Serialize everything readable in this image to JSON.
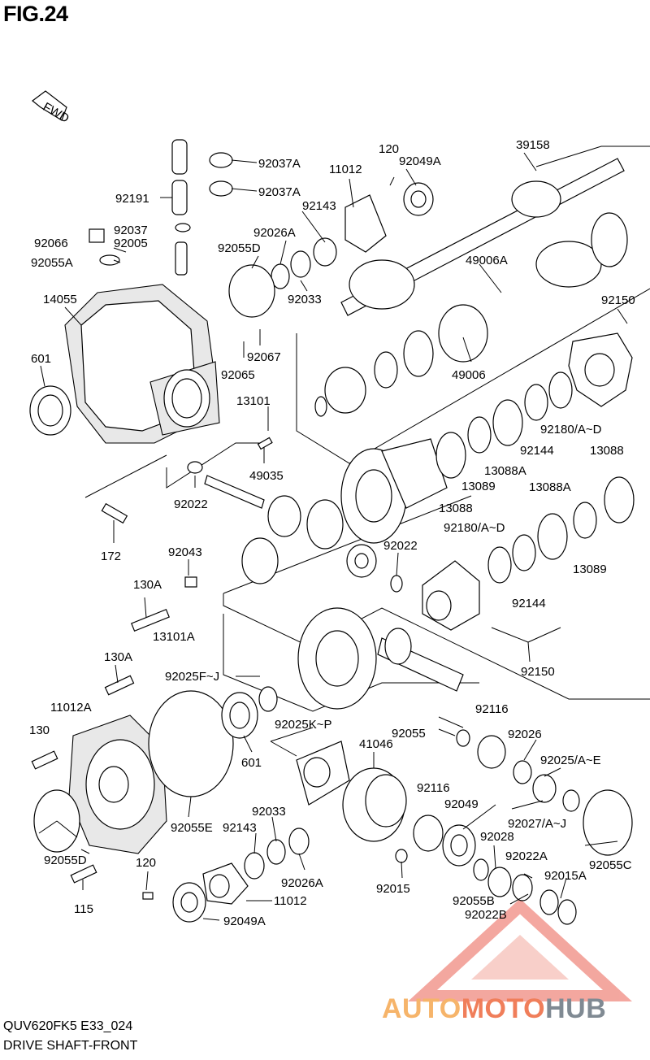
{
  "figure_title": "FIG.24",
  "direction_tag": "FWD",
  "footer": {
    "model_code": "QUV620FK5 E33_024",
    "section_name": "DRIVE SHAFT-FRONT"
  },
  "watermark": {
    "part1": "AUTO",
    "part2": "MOTO",
    "part3": "HUB",
    "colors": {
      "part1": "#f6b46a",
      "part2": "#f07e5a",
      "part3": "#808a93",
      "triangle": "#f08a80"
    }
  },
  "callouts": [
    "92037A",
    "92037A",
    "92191",
    "11012",
    "120",
    "92049A",
    "39158",
    "92037",
    "92066",
    "92005",
    "92026A",
    "92143",
    "92055A",
    "92055D",
    "49006A",
    "92033",
    "14055",
    "92150",
    "92067",
    "601",
    "92065",
    "49006",
    "13101",
    "92180/A~D",
    "92144",
    "13088",
    "49035",
    "13088A",
    "92022",
    "13089",
    "13088",
    "13088A",
    "92180/A~D",
    "172",
    "92043",
    "92022",
    "13089",
    "130A",
    "92144",
    "13101A",
    "92150",
    "130A",
    "92025F~J",
    "92116",
    "11012A",
    "92025K~P",
    "130",
    "92055",
    "92026",
    "41046",
    "601",
    "92025/A~E",
    "92116",
    "92049",
    "92033",
    "92055E",
    "92143",
    "92028",
    "92027/A~J",
    "92055D",
    "92022A",
    "120",
    "92026A",
    "92055C",
    "92015",
    "92015A",
    "11012",
    "92055B",
    "115",
    "92022B",
    "92049A"
  ]
}
